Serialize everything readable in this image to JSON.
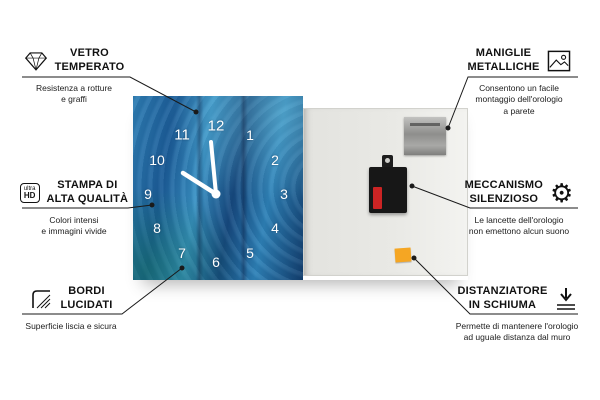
{
  "callouts": {
    "vetro": {
      "title": "VETRO\nTEMPERATO",
      "desc": "Resistenza a rotture\ne graffi"
    },
    "stampa": {
      "title": "STAMPA DI\nALTA QUALITÀ",
      "desc": "Colori intensi\ne immagini vivide"
    },
    "bordi": {
      "title": "BORDI\nLUCIDATI",
      "desc": "Superficie liscia e sicura"
    },
    "maniglie": {
      "title": "MANIGLIE\nMETALLICHE",
      "desc": "Consentono un facile\nmontaggio dell'orologio\na parete"
    },
    "meccanismo": {
      "title": "MECCANISMO\nSILENZIOSO",
      "desc": "Le lancette dell'orologio\nnon emettono alcun suono"
    },
    "distanziatore": {
      "title": "DISTANZIATORE\nIN SCHIUMA",
      "desc": "Permette di mantenere l'orologio\nad uguale distanza dal muro"
    }
  },
  "icons": {
    "ultra_hd": {
      "line1": "ultra",
      "line2": "HD"
    },
    "gear": "⚙"
  },
  "clock": {
    "numbers": [
      "12",
      "1",
      "2",
      "3",
      "4",
      "5",
      "6",
      "7",
      "8",
      "9",
      "10",
      "11"
    ]
  },
  "colors": {
    "foam": "#f5a623",
    "battery": "#cc2424",
    "leader_line": "#1a1a1a"
  }
}
